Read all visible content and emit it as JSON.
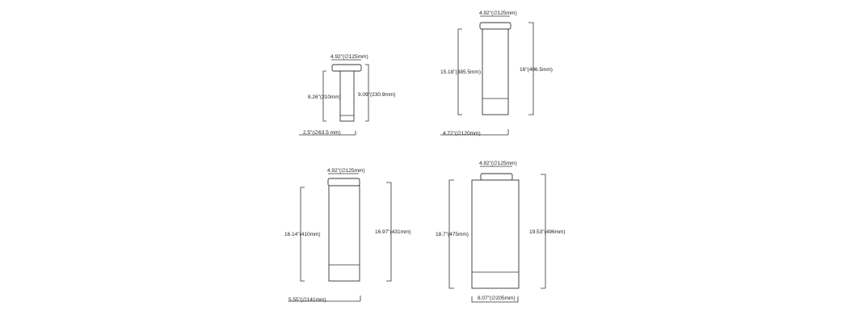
{
  "products": [
    {
      "id": "fixture-small",
      "cap_label": "4.92\"(∅125mm)",
      "left_height_label": "8.26\"(210mm)",
      "right_height_label": "9.09\"(230.9mm)",
      "bottom_label": "2.5\"(∅63.5 mm)"
    },
    {
      "id": "fixture-medium",
      "cap_label": "4.92\"(∅125mm)",
      "left_height_label": "15.18\"(385.5mm)",
      "right_height_label": "16\"(406.5mm)",
      "bottom_label": "4.72\"(∅120mm)"
    },
    {
      "id": "fixture-large",
      "cap_label": "4.92\"(∅125mm)",
      "left_height_label": "16.14\"(410mm)",
      "right_height_label": "16.97\"(431mm)",
      "bottom_label": "5.55\"(∅141mm)"
    },
    {
      "id": "fixture-xlarge",
      "cap_label": "4.92\"(∅125mm)",
      "left_height_label": "18.7\"(475mm)",
      "right_height_label": "19.53\"(496mm)",
      "bottom_label": "8.07\"(∅205mm)"
    }
  ]
}
